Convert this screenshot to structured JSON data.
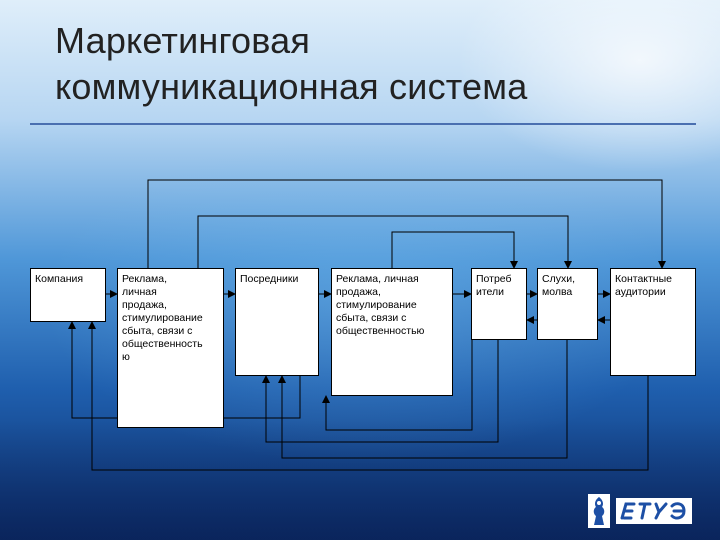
{
  "slide": {
    "title_line1": "Маркетинговая",
    "title_line2": "коммуникационная система"
  },
  "boxes": [
    {
      "id": "company",
      "label": "Компания"
    },
    {
      "id": "promo1",
      "label": "Реклама,\nличная\nпродажа,\nстимулирование\nсбыта, связи с\nобщественность\nю"
    },
    {
      "id": "mediators",
      "label": "Посредники"
    },
    {
      "id": "promo2",
      "label": "Реклама, личная\nпродажа,\nстимулирование\nсбыта, связи с\nобщественностью"
    },
    {
      "id": "consumers",
      "label": "Потреб\nители"
    },
    {
      "id": "rumors",
      "label": "Слухи,\nмолва"
    },
    {
      "id": "audiences",
      "label": "Контактные\nаудитории"
    }
  ],
  "logo": {
    "icon": "university-emblem-icon"
  },
  "colors": {
    "rule": "#4a6fb0",
    "logo_blue": "#1d4fa5"
  }
}
